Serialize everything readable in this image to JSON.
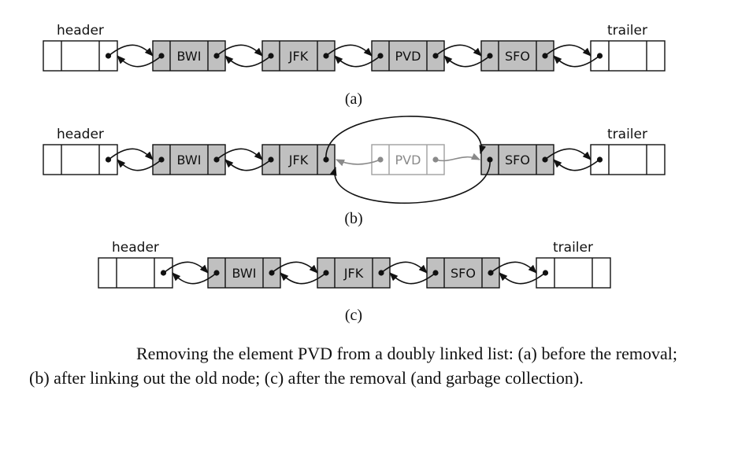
{
  "sentinels": {
    "header": "header",
    "trailer": "trailer"
  },
  "diagrams": [
    {
      "id": "a",
      "label": "(a)",
      "nodes": [
        "BWI",
        "JFK",
        "PVD",
        "SFO"
      ]
    },
    {
      "id": "b",
      "label": "(b)",
      "nodes": [
        "BWI",
        "JFK",
        "PVD",
        "SFO"
      ],
      "unlinked": "PVD"
    },
    {
      "id": "c",
      "label": "(c)",
      "nodes": [
        "BWI",
        "JFK",
        "SFO"
      ]
    }
  ],
  "caption": "Removing the element PVD from a doubly linked list: (a) before the removal; (b) after linking out the old node; (c) after the removal (and garbage collection).",
  "colors": {
    "node_fill": "#c0c0c0",
    "ghost": "#8a8a8a",
    "line": "#111111"
  }
}
